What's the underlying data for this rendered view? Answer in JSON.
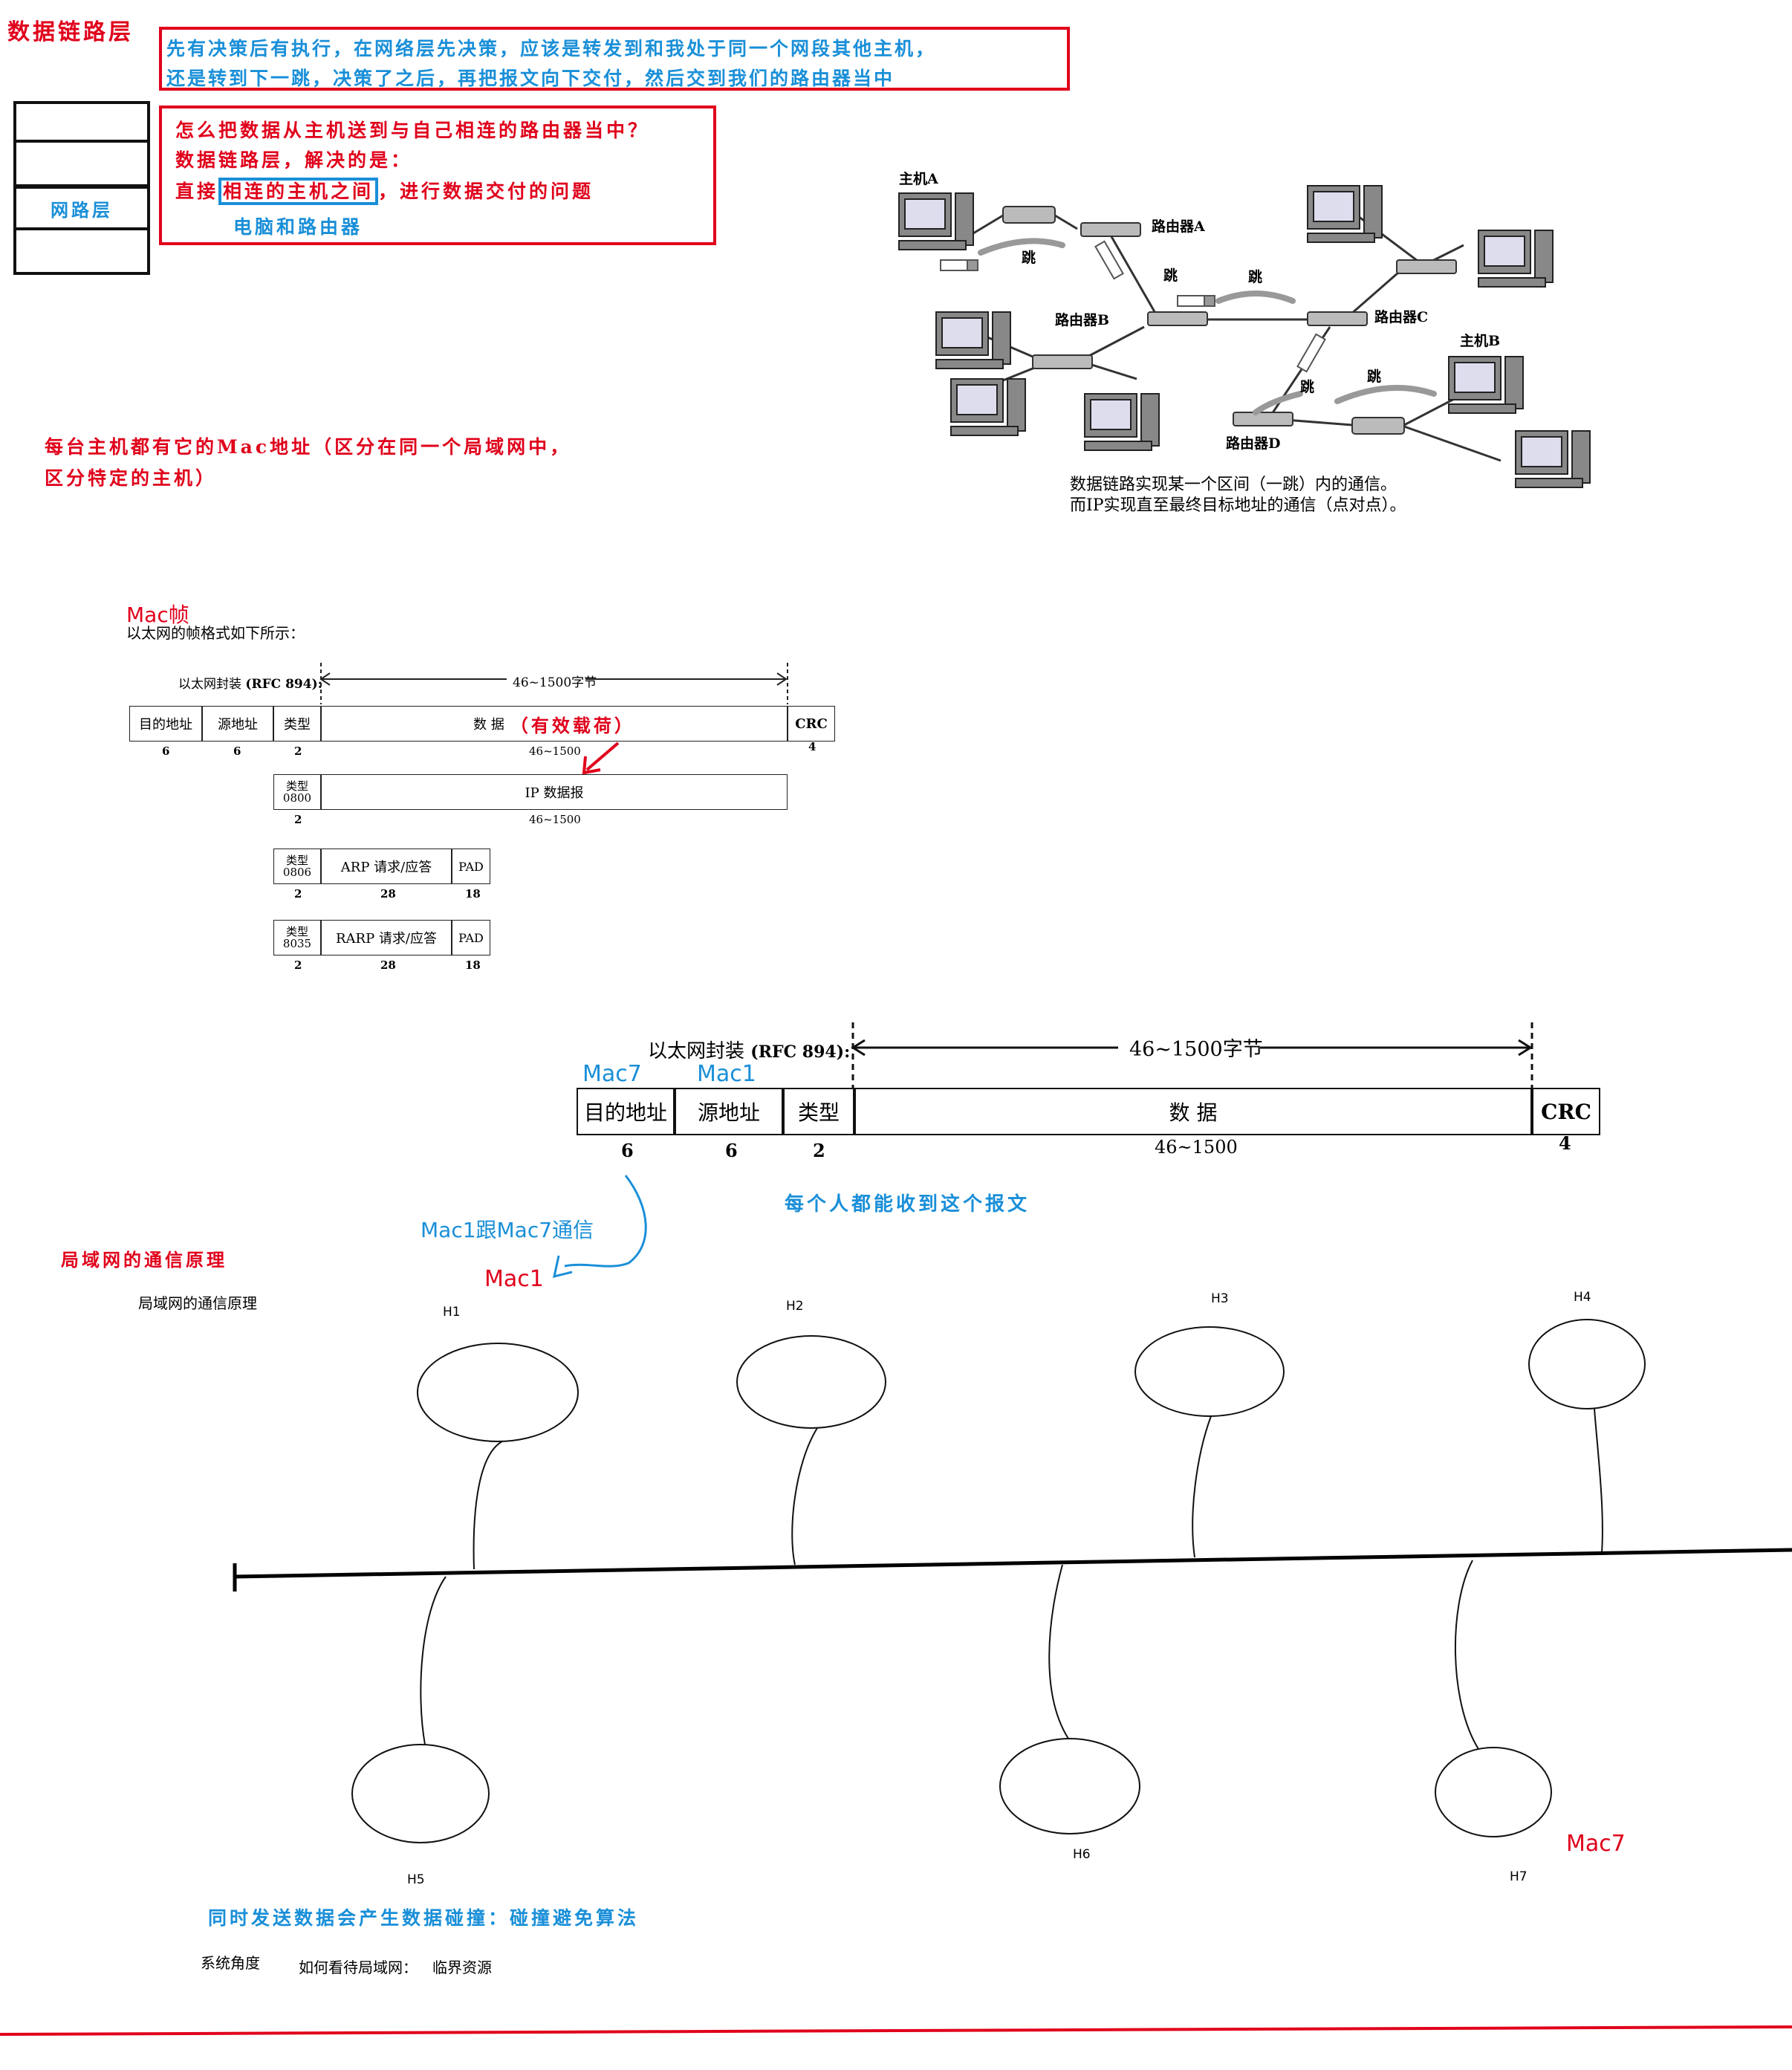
{
  "section_title": "数据链路层",
  "note_top": {
    "line1": "先有决策后有执行，在网络层先决策，应该是转发到和我处于同一个网段其他主机，",
    "line2": "还是转到下一跳，决策了之后，再把报文向下交付，然后交到我们的路由器当中"
  },
  "layer_stack": {
    "network_label": "网路层"
  },
  "note_question": {
    "line1": "怎么把数据从主机送到与自己相连的路由器当中？",
    "line2": "数据链路层，解决的是：",
    "line3_prefix": "直接",
    "line3_highlight": "相连的主机之间",
    "line3_suffix": "，进行数据交付的问题",
    "line4": "电脑和路由器"
  },
  "network_diagram": {
    "host_a": "主机A",
    "host_b": "主机B",
    "router_a": "路由器A",
    "router_b": "路由器B",
    "router_c": "路由器C",
    "router_d": "路由器D",
    "hop": "跳",
    "caption1": "数据链路实现某一个区间（一跳）内的通信。",
    "caption2": "而IP实现直至最终目标地址的通信（点对点）。"
  },
  "mac_note": {
    "line1": "每台主机都有它的Mac地址（区分在同一个局域网中，",
    "line2": "区分特定的主机）"
  },
  "mac_frame": {
    "title": "Mac帧",
    "intro": "以太网的帧格式如下所示：",
    "encap": "以太网封装",
    "rfc": "(RFC 894):",
    "length_label": "46~1500字节",
    "dst": "目的地址",
    "src": "源地址",
    "type": "类型",
    "data": "数 据",
    "payload_note": "（有效载荷）",
    "crc": "CRC",
    "n6a": "6",
    "n6b": "6",
    "n2": "2",
    "n_data": "46~1500",
    "n4": "4",
    "ip_type": "类型",
    "ip_type_code": "0800",
    "ip_data": "IP 数据报",
    "ip_n2": "2",
    "ip_n": "46~1500",
    "arp_type": "类型",
    "arp_code": "0806",
    "arp_data": "ARP 请求/应答",
    "arp_pad": "PAD",
    "arp_n2": "2",
    "arp_n28": "28",
    "arp_n18": "18",
    "rarp_type": "类型",
    "rarp_code": "8035",
    "rarp_data": "RARP 请求/应答",
    "rarp_pad": "PAD",
    "rarp_n2": "2",
    "rarp_n28": "28",
    "rarp_n18": "18"
  },
  "frame_large": {
    "encap": "以太网封装",
    "rfc": "(RFC 894):",
    "length_label": "46~1500字节",
    "mac7": "Mac7",
    "mac1": "Mac1",
    "dst": "目的地址",
    "src": "源地址",
    "type": "类型",
    "data": "数 据",
    "crc": "CRC",
    "n6a": "6",
    "n6b": "6",
    "n2": "2",
    "n_data": "46~1500",
    "n4": "4",
    "note_all": "每个人都能收到这个报文",
    "note_comm": "Mac1跟Mac7通信",
    "note_mac1": "Mac1"
  },
  "lan": {
    "title_red": "局域网的通信原理",
    "title_black": "局域网的通信原理",
    "hosts": [
      "H1",
      "H2",
      "H3",
      "H4",
      "H5",
      "H6",
      "H7"
    ],
    "mac7": "Mac7",
    "collision": "同时发送数据会产生数据碰撞：碰撞避免算法",
    "system_view": "系统角度",
    "how_view": "如何看待局域网：",
    "critical": "临界资源"
  },
  "colors": {
    "red": "#e0001b",
    "blue": "#1a8fd8"
  }
}
